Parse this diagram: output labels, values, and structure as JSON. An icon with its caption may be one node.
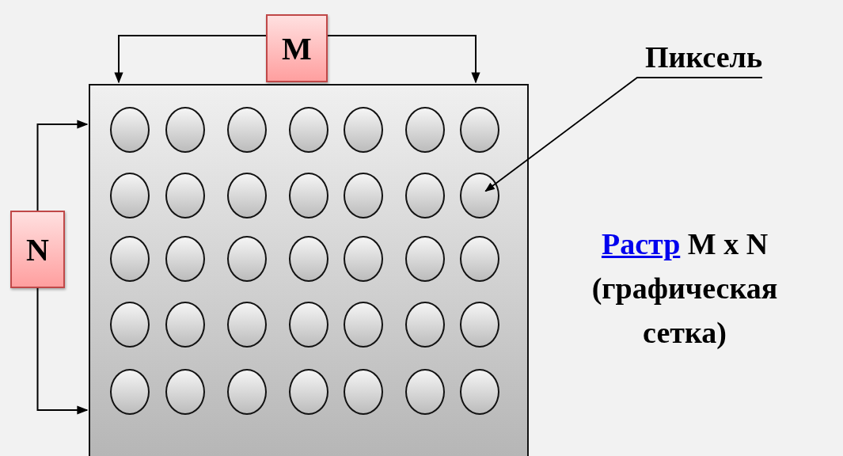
{
  "diagram": {
    "nodes": [
      {
        "text": [
          "M"
        ]
      },
      {
        "text": [
          "Пиксель"
        ]
      },
      {
        "text": [
          "N"
        ]
      },
      {
        "text": [],
        "shape": "box"
      },
      {
        "text": [],
        "shape": "circle",
        "in": 3
      },
      {
        "text": [],
        "shape": "circle",
        "in": 3
      },
      {
        "text": [],
        "shape": "circle",
        "in": 3
      },
      {
        "text": [],
        "shape": "circle",
        "in": 3
      },
      {
        "text": [],
        "shape": "circle",
        "in": 3
      },
      {
        "text": [],
        "shape": "circle",
        "in": 3
      },
      {
        "text": [],
        "shape": "circle",
        "in": 3
      },
      {
        "text": [],
        "shape": "circle",
        "in": 3
      },
      {
        "text": [],
        "shape": "circle",
        "in": 3
      },
      {
        "text": [],
        "shape": "circle",
        "in": 3
      },
      {
        "text": [],
        "shape": "circle",
        "in": 3
      },
      {
        "text": [],
        "shape": "circle",
        "in": 3
      },
      {
        "text": [],
        "shape": "circle",
        "in": 3
      },
      {
        "text": [],
        "shape": "circle",
        "in": 3
      },
      {
        "text": [],
        "shape": "circle",
        "in": 3
      },
      {
        "text": [],
        "shape": "circle",
        "in": 3
      },
      {
        "text": [],
        "shape": "circle",
        "in": 3
      },
      {
        "text": [],
        "shape": "circle",
        "in": 3
      },
      {
        "text": [],
        "shape": "circle",
        "in": 3
      },
      {
        "text": [],
        "shape": "circle",
        "in": 3
      },
      {
        "text": [],
        "shape": "circle",
        "in": 3
      },
      {
        "text": [],
        "shape": "circle",
        "in": 3
      },
      {
        "text": [],
        "shape": "circle",
        "in": 3
      },
      {
        "text": [],
        "shape": "circle",
        "in": 3
      },
      {
        "text": [],
        "shape": "circle",
        "in": 3
      },
      {
        "text": [],
        "shape": "circle",
        "in": 3
      },
      {
        "text": [],
        "shape": "circle",
        "in": 3
      },
      {
        "text": [],
        "shape": "circle",
        "in": 3
      },
      {
        "text": [],
        "shape": "circle",
        "in": 3
      },
      {
        "text": [],
        "shape": "circle",
        "in": 3
      },
      {
        "text": [],
        "shape": "circle",
        "in": 3
      },
      {
        "text": [],
        "shape": "circle",
        "in": 3
      },
      {
        "text": [],
        "shape": "circle",
        "in": 3
      },
      {
        "text": [],
        "shape": "circle",
        "in": 3
      },
      {
        "text": [],
        "shape": "circle",
        "in": 3
      }
    ],
    "edges": [
      {
        "from": 1,
        "to": 17,
        "arrow": "to"
      },
      {
        "from": 0,
        "to": 3,
        "arrow": "to"
      },
      {
        "from": 0,
        "to": 3,
        "arrow": "to"
      },
      {
        "from": 2,
        "to": 3,
        "arrow": "to"
      },
      {
        "from": 2,
        "to": 3,
        "arrow": "to"
      }
    ],
    "labels": [
      "Растр",
      "M x N (графическая сетка)"
    ]
  }
}
